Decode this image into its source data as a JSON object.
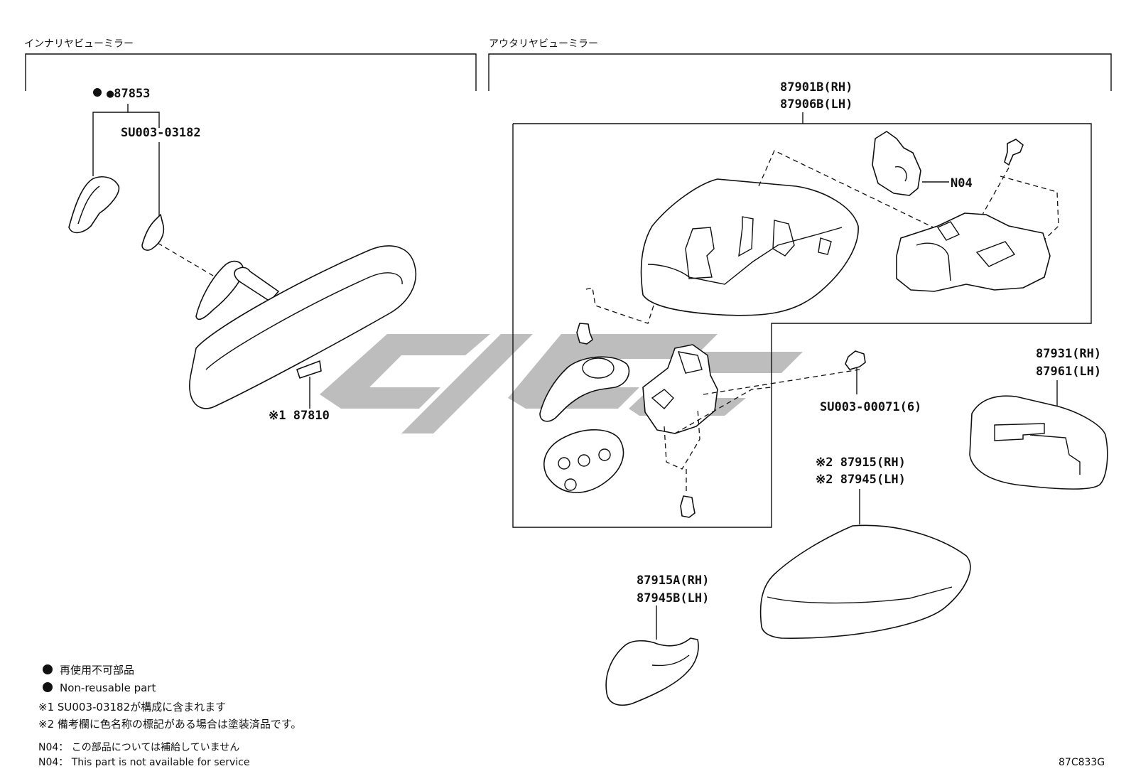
{
  "sections": {
    "inner": "インナリヤビューミラー",
    "outer": "アウタリヤビューミラー"
  },
  "parts": {
    "p87853": "●87853",
    "su003_03182": "SU003-03182",
    "p87810": "※1 87810",
    "p87901b": "87901B(RH)",
    "p87906b": "87906B(LH)",
    "n04": "N04",
    "su003_00071": "SU003-00071(6)",
    "p87931": "87931(RH)",
    "p87961": "87961(LH)",
    "p87915": "※2 87915(RH)",
    "p87945": "※2 87945(LH)",
    "p87915a": "87915A(RH)",
    "p87945b": "87945B(LH)"
  },
  "legend": {
    "bullet1": "再使用不可部品",
    "bullet2": "Non-reusable part",
    "note1": "※1 SU003-03182が構成に含まれます",
    "note2": "※2 備考欄に色名称の標記がある場合は塗装済品です。",
    "n04_jp": "N04： この部品については補給していません",
    "n04_en": "N04： This part is not available for service"
  },
  "figure_id": "87C833G"
}
